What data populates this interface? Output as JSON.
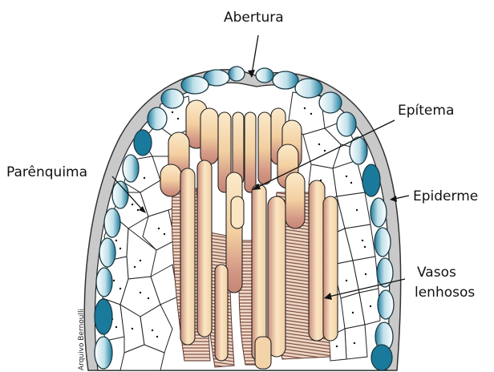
{
  "labels": {
    "abertura": "Abertura",
    "epitema": "Epítema",
    "parenquima": "Parênquima",
    "epiderme": "Epiderme",
    "vasos_line1": "Vasos",
    "vasos_line2": "lenhosos"
  },
  "credit": "Arquivo Bernoulli",
  "colors": {
    "epidermis_teal": "#1a7a9c",
    "epidermis_light": "#d8eef3",
    "outer_layer": "#c8c8c8",
    "epithem_cream": "#f7e2b8",
    "epithem_rose": "#c9887a",
    "vessel_brown": "#8a5548",
    "parenchyma": "#ffffff"
  }
}
